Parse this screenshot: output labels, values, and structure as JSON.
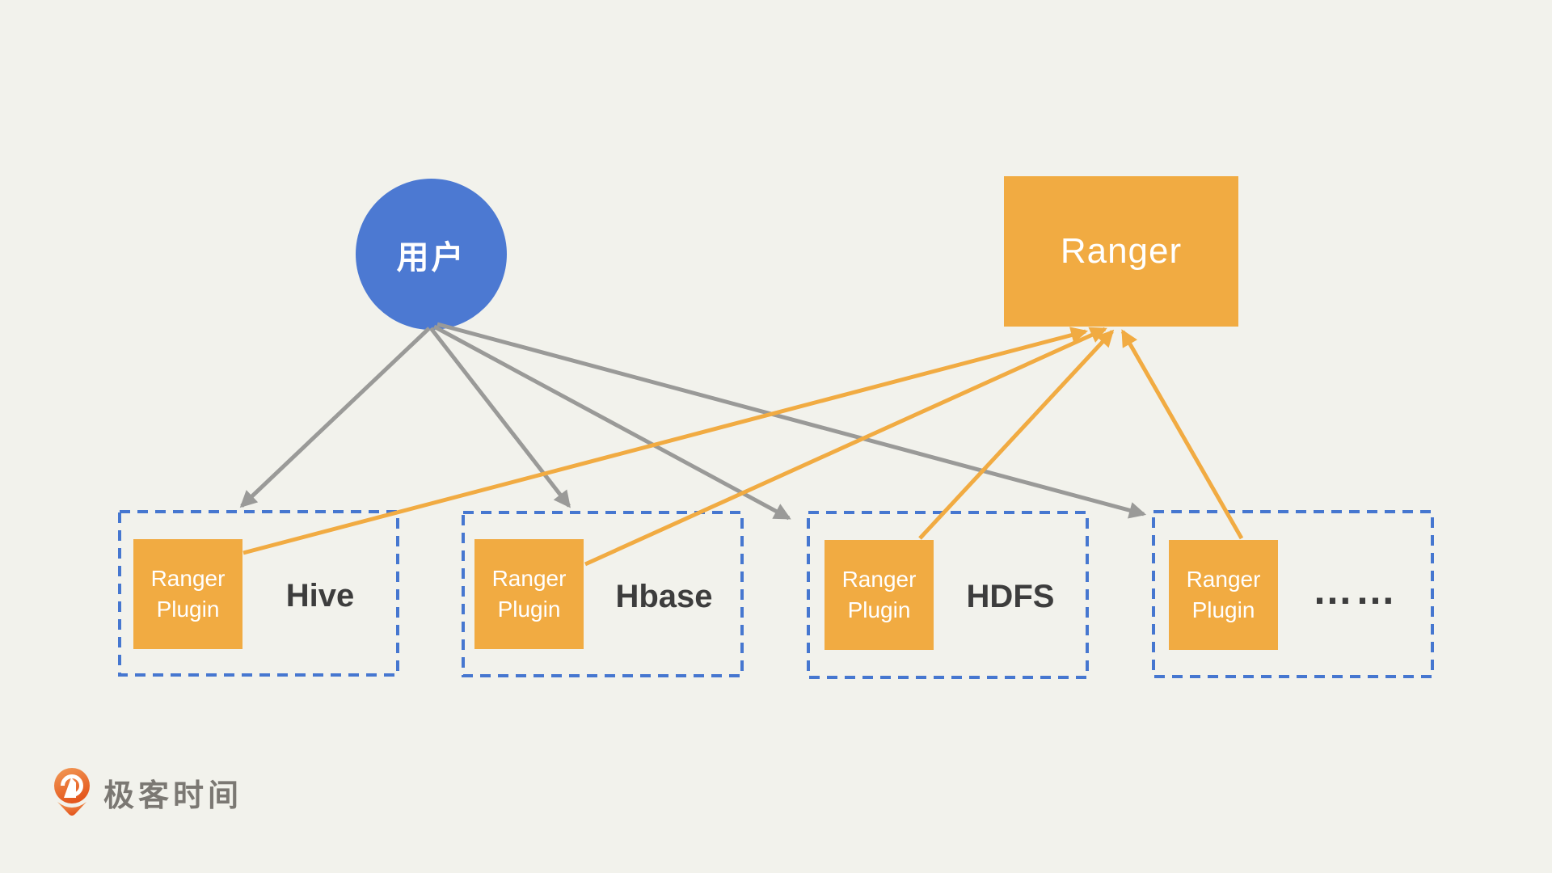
{
  "colors": {
    "background": "#F2F2EC",
    "user_blue": "#4C79D2",
    "node_orange": "#F1AB42",
    "box_border_blue": "#4677D0",
    "arrow_gray": "#9A9A98",
    "arrow_orange": "#F1AB42",
    "label_dark": "#3D3D3D",
    "logo_gray": "#7B7873",
    "logo_orange_top": "#F29B57",
    "logo_orange_bottom": "#E4571E"
  },
  "nodes": {
    "user": {
      "label": "用户",
      "shape": "circle"
    },
    "ranger": {
      "label": "Ranger",
      "shape": "rectangle"
    }
  },
  "services": [
    {
      "label": "Hive",
      "plugin": "Ranger Plugin"
    },
    {
      "label": "Hbase",
      "plugin": "Ranger Plugin"
    },
    {
      "label": "HDFS",
      "plugin": "Ranger Plugin"
    },
    {
      "label": "……",
      "plugin": "Ranger Plugin"
    }
  ],
  "edges": [
    {
      "from": "user",
      "to": "Hive service box",
      "style": "gray-arrow"
    },
    {
      "from": "user",
      "to": "Hbase service box",
      "style": "gray-arrow"
    },
    {
      "from": "user",
      "to": "HDFS service box",
      "style": "gray-arrow"
    },
    {
      "from": "user",
      "to": "…… service box",
      "style": "gray-arrow"
    },
    {
      "from": "Hive Ranger Plugin",
      "to": "ranger",
      "style": "orange-arrow"
    },
    {
      "from": "Hbase Ranger Plugin",
      "to": "ranger",
      "style": "orange-arrow"
    },
    {
      "from": "HDFS Ranger Plugin",
      "to": "ranger",
      "style": "orange-arrow"
    },
    {
      "from": "…… Ranger Plugin",
      "to": "ranger",
      "style": "orange-arrow"
    }
  ],
  "logo": {
    "text": "极客时间"
  }
}
